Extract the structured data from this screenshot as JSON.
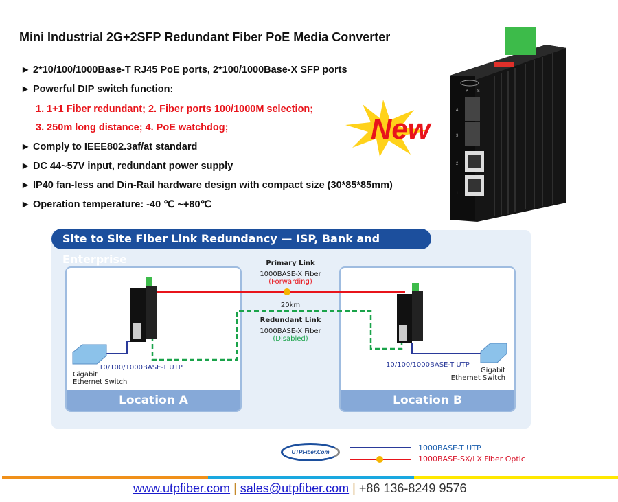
{
  "title": "Mini Industrial 2G+2SFP Redundant Fiber PoE Media Converter",
  "bullet_icon": "right-pointer-triangle",
  "bullets": [
    "2*10/100/1000Base-T RJ45 PoE ports, 2*100/1000Base-X SFP ports",
    "Powerful DIP switch function:",
    "1. 1+1 Fiber redundant; 2. Fiber ports 100/1000M selection;",
    "3. 250m long distance; 4. PoE watchdog;",
    "Comply to IEEE802.3af/at standard",
    "DC 44~57V input, redundant power supply",
    "IP40 fan-less and Din-Rail hardware design with compact size (30*85*85mm)",
    "Operation temperature: -40 ℃ ~+80℃"
  ],
  "new_badge": "New",
  "device_labels": {
    "p": "P",
    "s": "S",
    "ports": [
      "4",
      "3",
      "2",
      "1"
    ]
  },
  "diagram": {
    "heading": "Site to Site Fiber Link Redundancy — ISP, Bank and Enterprise",
    "primary": {
      "title": "Primary Link",
      "type": "1000BASE-X Fiber",
      "state": "(Forwarding)"
    },
    "distance": "20km",
    "redundant": {
      "title": "Redundant Link",
      "type": "1000BASE-X Fiber",
      "state": "(Disabled)"
    },
    "location_a": {
      "label": "Location A",
      "utp": "10/100/1000BASE-T UTP",
      "switch_line1": "Gigabit",
      "switch_line2": "Ethernet Switch"
    },
    "location_b": {
      "label": "Location B",
      "utp": "10/100/1000BASE-T UTP",
      "switch_line1": "Gigabit",
      "switch_line2": "Ethernet Switch"
    }
  },
  "legend": {
    "logo": "UTPFiber.Com",
    "utp": "1000BASE-T UTP",
    "fiber": "1000BASE-SX/LX Fiber Optic"
  },
  "footer": {
    "website": "www.utpfiber.com",
    "email": "sales@utpfiber.com",
    "separator": "|",
    "phone": "+86 136-8249 9576"
  },
  "colors": {
    "accent_red": "#e8141b",
    "heading_blue": "#1c4f9d",
    "fiber_red": "#e8141b",
    "utp_blue": "#2a3a9a",
    "redundant_green": "#1aa34a",
    "bar_orange": "#f0901a",
    "bar_blue": "#1aa8e0",
    "bar_yellow": "#ffe800"
  }
}
